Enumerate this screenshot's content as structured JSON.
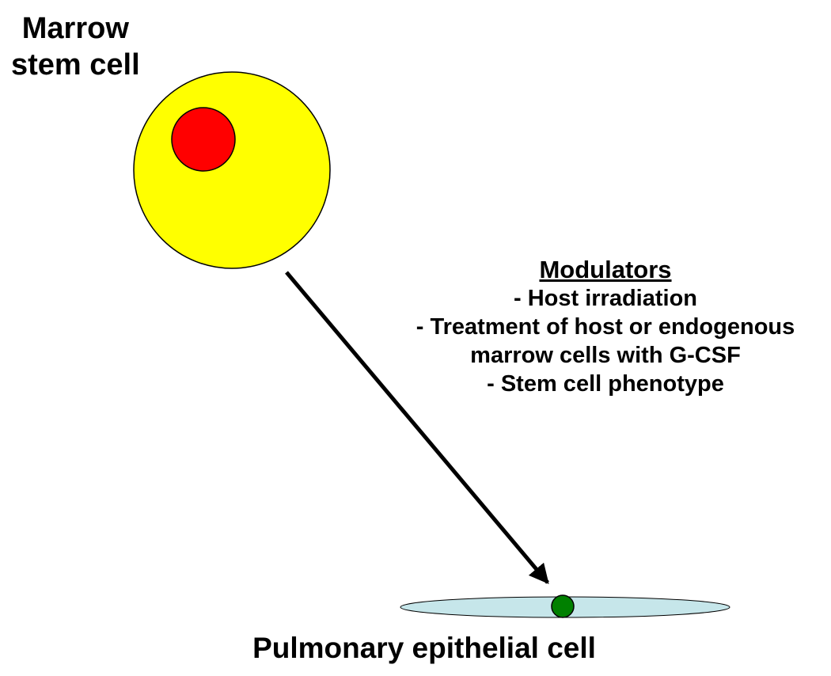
{
  "source_cell": {
    "label_line1": "Marrow",
    "label_line2": "stem cell",
    "cytoplasm_color": "#FFFF00",
    "nucleus_color": "#FF0000"
  },
  "modulators": {
    "heading": "Modulators",
    "items": [
      "- Host irradiation",
      "- Treatment of host or endogenous",
      "marrow cells with G-CSF",
      "- Stem cell phenotype"
    ]
  },
  "target_cell": {
    "label": "Pulmonary epithelial cell",
    "body_color": "#C6E6EA",
    "nucleus_color": "#008000"
  },
  "arrow": {
    "color": "#000000"
  }
}
